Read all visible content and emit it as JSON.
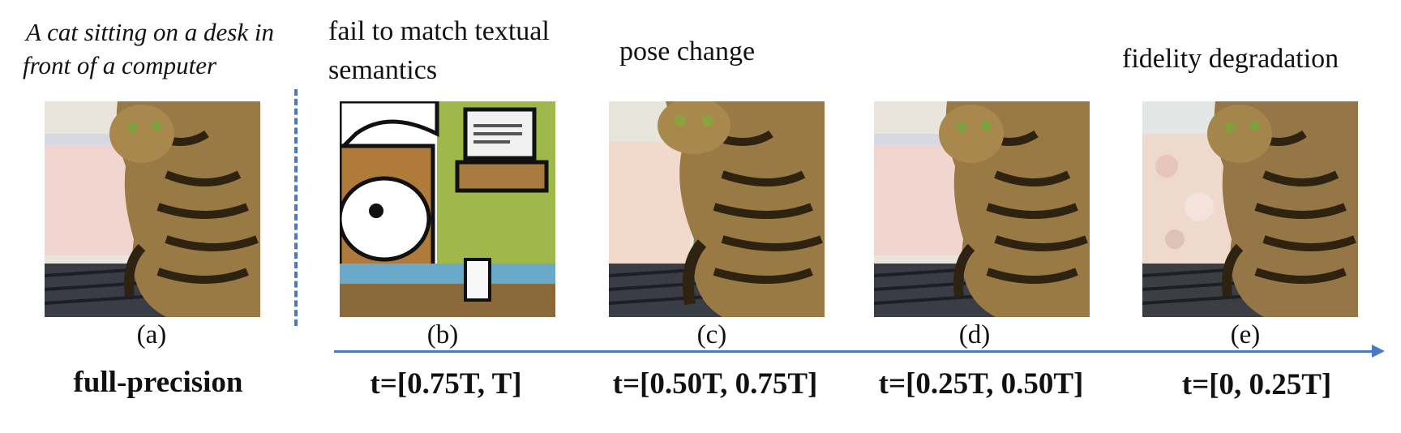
{
  "prompt_lines": [
    "A cat sitting on a desk in",
    "front of a computer"
  ],
  "headers": {
    "b_lines": [
      "fail to match textual",
      "semantics"
    ],
    "c": "pose change",
    "e": "fidelity degradation"
  },
  "panels": [
    {
      "label": "(a)",
      "bottom": "full-precision"
    },
    {
      "label": "(b)",
      "bottom": "t=[0.75T, T]"
    },
    {
      "label": "(c)",
      "bottom": "t=[0.50T, 0.75T]"
    },
    {
      "label": "(d)",
      "bottom": "t=[0.25T, 0.50T]"
    },
    {
      "label": "(e)",
      "bottom": "t=[0, 0.25T]"
    }
  ],
  "colors": {
    "accent": "#4a78c2",
    "cat_fur": "#9a7a44",
    "cartoon_bg": "#9fb84a"
  }
}
